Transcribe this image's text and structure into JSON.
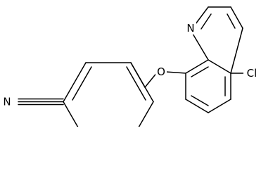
{
  "molecule": {
    "atom_labels": {
      "nitrile_n": "N",
      "ring_n": "N",
      "ether_o": "O",
      "chlorine": "Cl"
    },
    "colors": {
      "bond": "#000000",
      "label": "#000000",
      "background": "#ffffff"
    }
  }
}
